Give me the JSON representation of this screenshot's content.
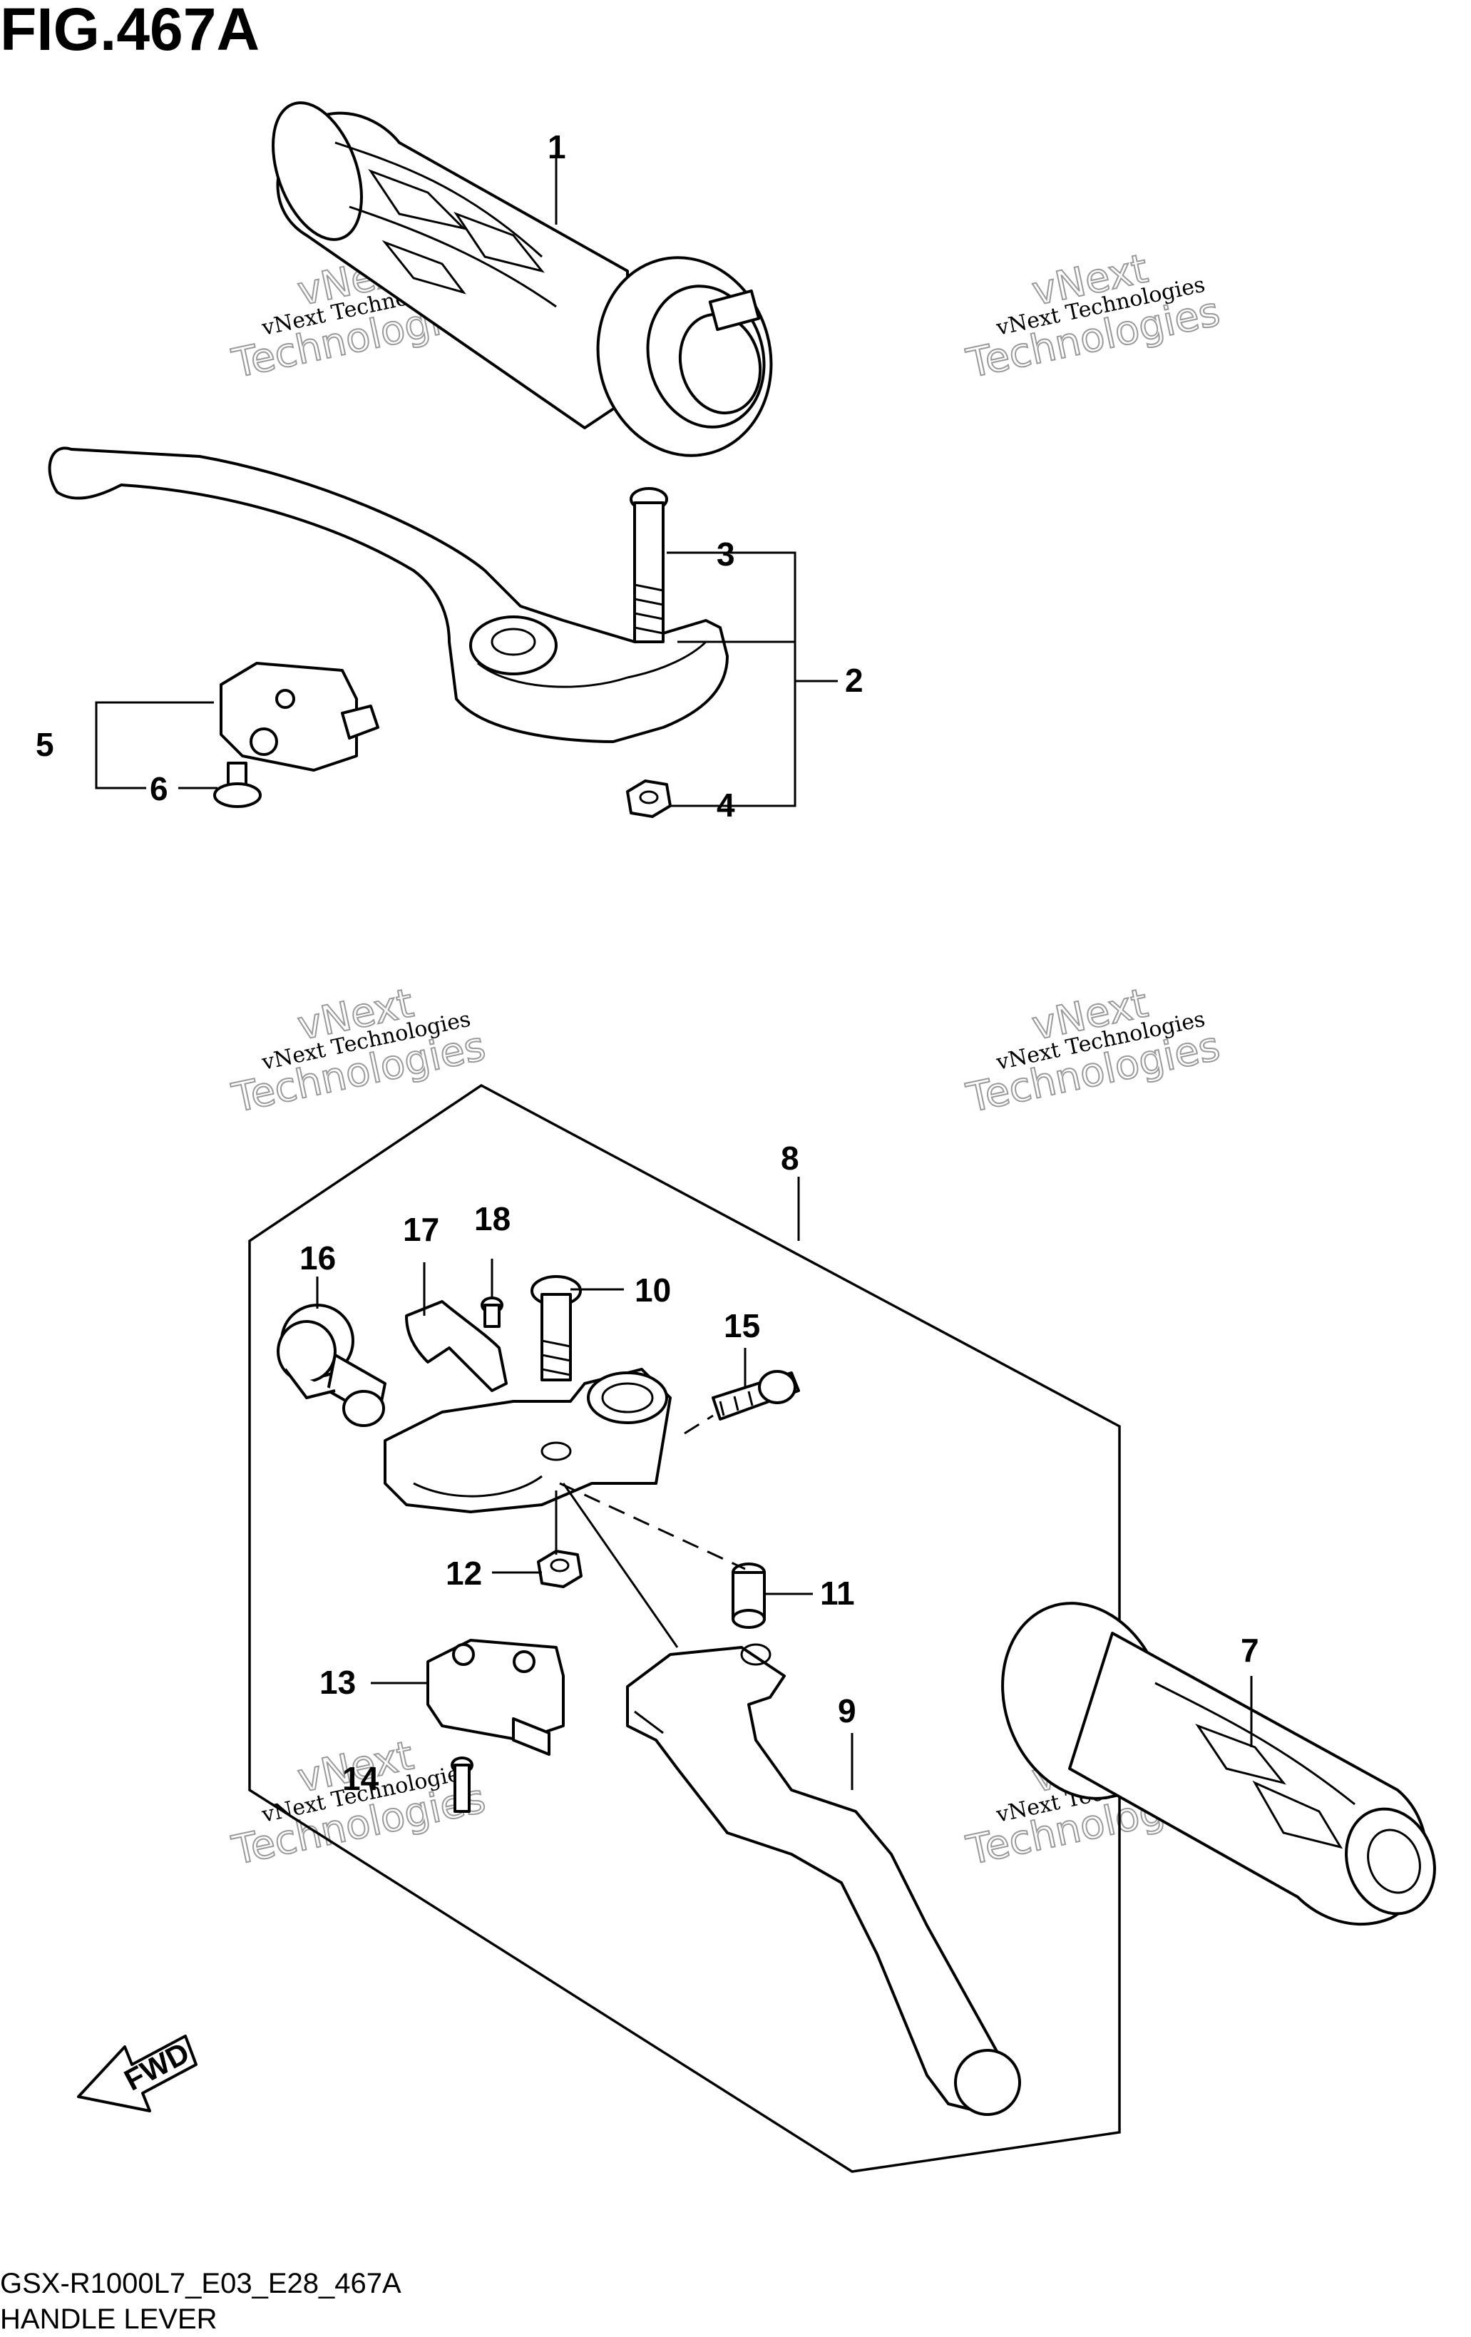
{
  "figure": {
    "title": "FIG.467A",
    "model_code": "GSX-R1000L7_E03_E28_467A",
    "caption": "HANDLE LEVER"
  },
  "watermark": {
    "line_small": "vNext Technologies",
    "line_big_1": "vNext",
    "line_big_2": "Technologies"
  },
  "fwd_label": "FWD",
  "callouts": [
    "1",
    "2",
    "3",
    "4",
    "5",
    "6",
    "7",
    "8",
    "9",
    "10",
    "11",
    "12",
    "13",
    "14",
    "15",
    "16",
    "17",
    "18"
  ],
  "icons": {
    "direction": "fwd-arrow-icon"
  },
  "colors": {
    "ink": "#000000",
    "paper": "#ffffff",
    "watermark": "#9a9a9a"
  }
}
